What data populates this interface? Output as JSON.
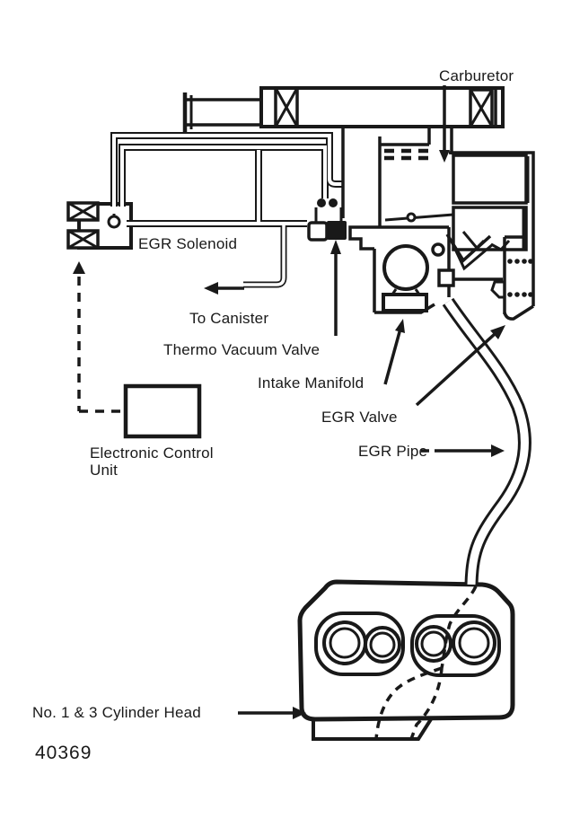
{
  "figure": {
    "number": "40369"
  },
  "labels": {
    "carburetor": "Carburetor",
    "egr_solenoid": "EGR Solenoid",
    "to_canister": "To Canister",
    "thermo_vacuum_valve": "Thermo Vacuum Valve",
    "intake_manifold": "Intake Manifold",
    "egr_valve": "EGR Valve",
    "egr_pipe": "EGR Pipe",
    "ecu_line1": "Electronic Control",
    "ecu_line2": "Unit",
    "cylinder_head": "No. 1 & 3 Cylinder Head"
  },
  "colors": {
    "ink": "#191919",
    "paper": "#ffffff"
  }
}
